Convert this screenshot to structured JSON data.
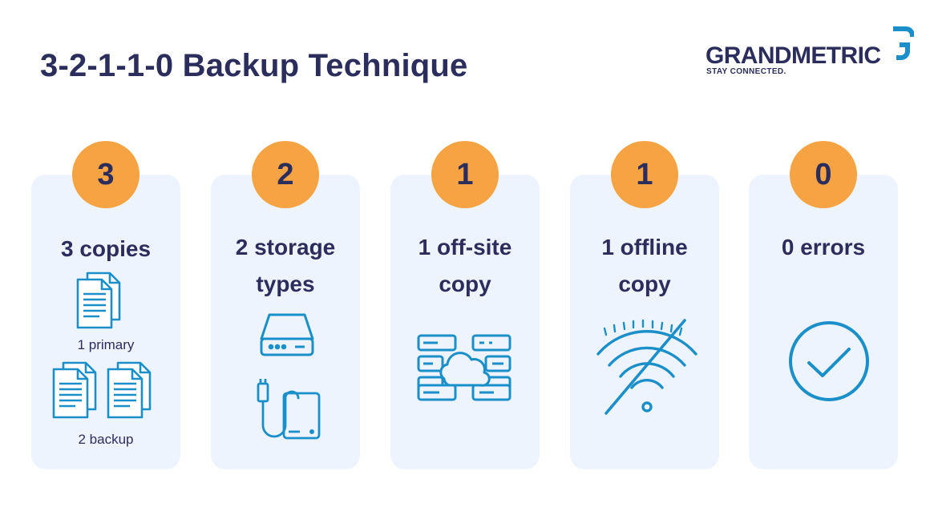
{
  "title": "3-2-1-1-0 Backup Technique",
  "logo": {
    "name": "GRANDMETRIC",
    "tagline": "STAY CONNECTED."
  },
  "colors": {
    "navy": "#2b2d5c",
    "orange": "#f6a343",
    "card": "#eef4fd",
    "icon": "#1a8fc9"
  },
  "cards": [
    {
      "number": "3",
      "label_lines": [
        "3 copies"
      ],
      "sub_labels": [
        "1 primary",
        "2 backup"
      ],
      "icons": [
        "documents-icon"
      ]
    },
    {
      "number": "2",
      "label_lines": [
        "2 storage",
        "types"
      ],
      "icons": [
        "hard-drive-icon",
        "external-drive-icon"
      ]
    },
    {
      "number": "1",
      "label_lines": [
        "1 off-site",
        "copy"
      ],
      "icons": [
        "cloud-server-icon"
      ]
    },
    {
      "number": "1",
      "label_lines": [
        "1 offline",
        "copy"
      ],
      "icons": [
        "wifi-off-icon"
      ]
    },
    {
      "number": "0",
      "label_lines": [
        "0 errors"
      ],
      "icons": [
        "check-circle-icon"
      ]
    }
  ]
}
